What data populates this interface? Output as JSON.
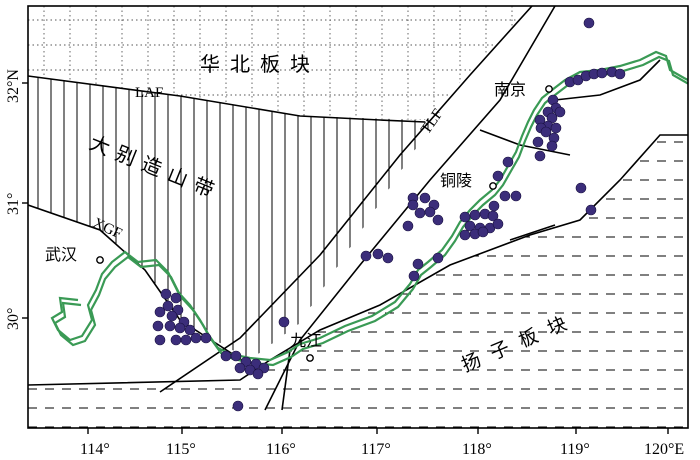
{
  "labels": {
    "north_china_plate": "华北板块",
    "dabie_orogen": "大别造山带",
    "yangtze_plate": "扬子板块",
    "nanjing": "南京",
    "tongling": "铜陵",
    "wuhan": "武汉",
    "jiujiang": "九江",
    "laf": "LAF",
    "tlf": "TLF",
    "xgf": "XGF"
  },
  "axes": {
    "x_ticks": [
      "114°",
      "115°",
      "116°",
      "117°",
      "118°",
      "119°",
      "120°E"
    ],
    "y_ticks": [
      "32°N",
      "31°",
      "30°"
    ]
  },
  "colors": {
    "river": "#3a9a55",
    "deposit": "#3b2d7a",
    "line": "#000000"
  }
}
